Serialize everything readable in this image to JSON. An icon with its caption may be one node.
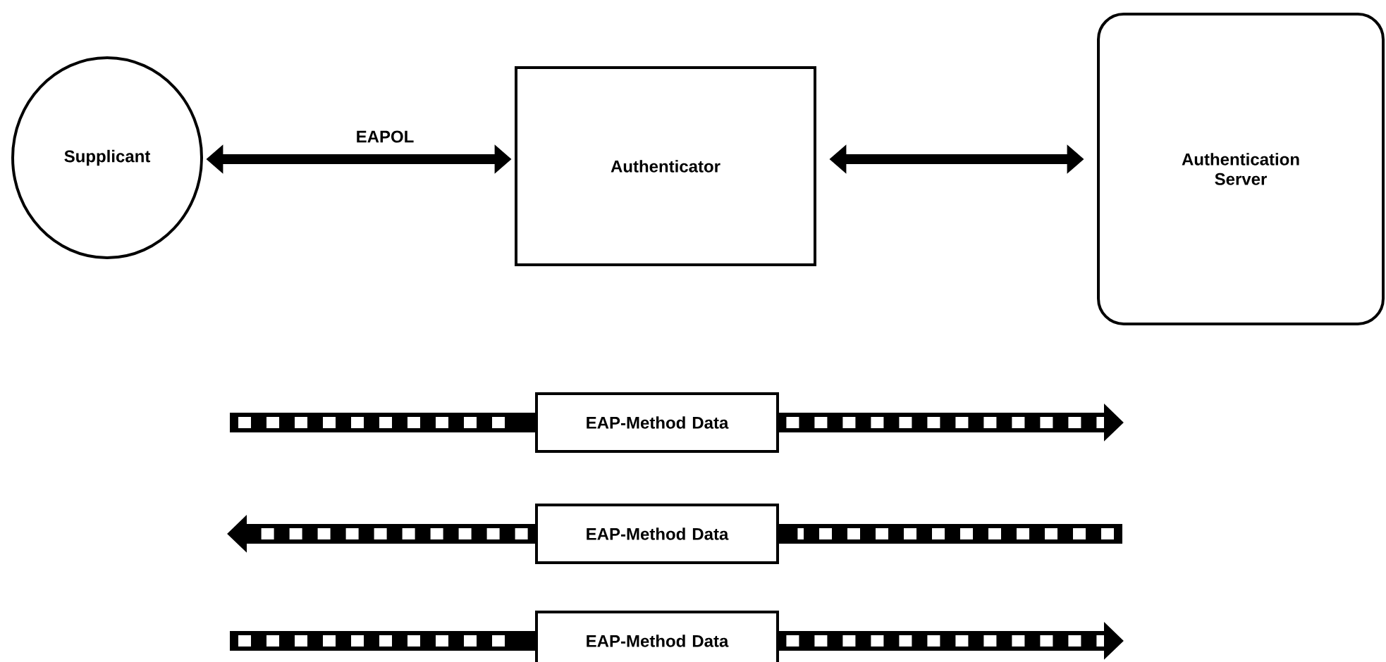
{
  "diagram": {
    "nodes": [
      {
        "text": [
          "Supplicant"
        ]
      },
      {
        "text": [
          "Authenticator"
        ]
      },
      {
        "text": [
          "Authentication Server"
        ]
      },
      {
        "text": [
          "EAP-Method Data"
        ]
      },
      {
        "text": [
          "EAP-Method Data"
        ]
      },
      {
        "text": [
          "EAP-Method Data"
        ]
      }
    ],
    "edges": [
      {
        "from": 0,
        "to": 1,
        "arrow": "both",
        "label": "EAPOL"
      },
      {
        "from": 1,
        "to": 2,
        "arrow": "both"
      },
      {
        "from": null,
        "to": 3,
        "arrow": "none"
      },
      {
        "from": 3,
        "to": null,
        "arrow": "to"
      },
      {
        "from": 4,
        "to": null,
        "arrow": "to"
      },
      {
        "from": null,
        "to": 4,
        "arrow": "none"
      },
      {
        "from": null,
        "to": 5,
        "arrow": "none"
      },
      {
        "from": 5,
        "to": null,
        "arrow": "to"
      }
    ]
  }
}
